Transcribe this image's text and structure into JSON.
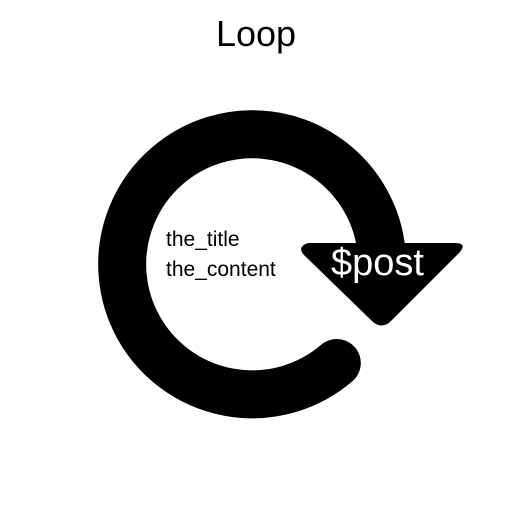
{
  "diagram": {
    "title": "Loop",
    "inner_lines": [
      "the_title",
      "the_content"
    ],
    "arrow_label": "$post",
    "icon": "loop-arrow-icon",
    "colors": {
      "arrow": "#000000",
      "arrow_label": "#ffffff",
      "text": "#000000",
      "background": "#ffffff"
    }
  }
}
